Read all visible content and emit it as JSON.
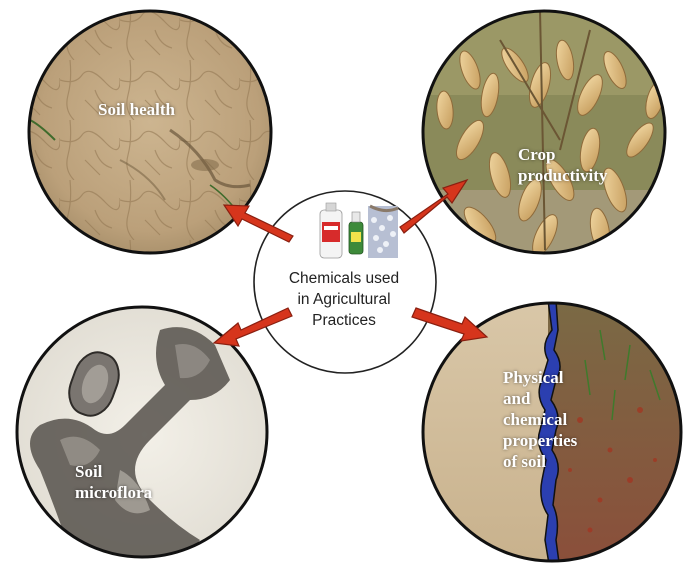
{
  "center": {
    "label_lines": [
      "Chemicals used",
      "in Agricultural",
      "Practices"
    ],
    "product_icons": [
      "pesticide-bottle-icon",
      "spray-bottle-icon",
      "fertilizer-granules-icon"
    ]
  },
  "nodes": [
    {
      "id": "soil-health",
      "label_lines": [
        "Soil health"
      ]
    },
    {
      "id": "crop-productivity",
      "label_lines": [
        "Crop",
        "productivity"
      ]
    },
    {
      "id": "soil-microflora",
      "label_lines": [
        "Soil",
        "microflora"
      ]
    },
    {
      "id": "physical-chemical",
      "label_lines": [
        "Physical",
        "and",
        "chemical",
        "properties",
        "of soil"
      ]
    }
  ],
  "colors": {
    "arrow": "#d6351c",
    "arrow_edge": "#8a1f10",
    "outline": "#111111",
    "boundary_line": "#2b3fb0"
  }
}
